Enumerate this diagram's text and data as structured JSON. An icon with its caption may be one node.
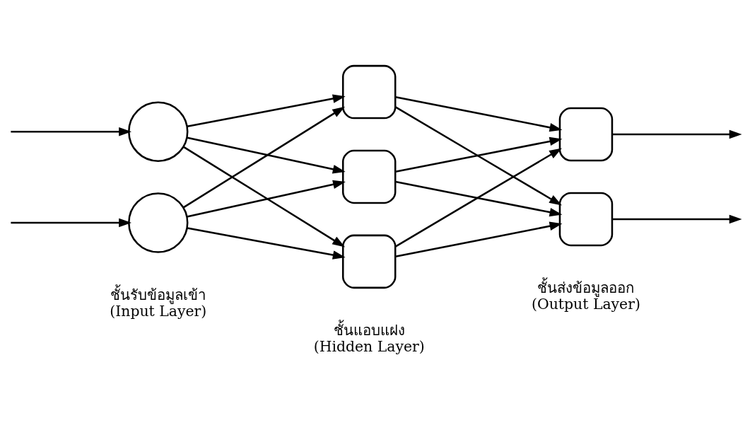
{
  "diagram": {
    "nodes": [
      {
        "text": [],
        "shape": "circle"
      },
      {
        "text": [],
        "shape": "circle"
      },
      {
        "text": [],
        "shape": "box"
      },
      {
        "text": [],
        "shape": "box"
      },
      {
        "text": [],
        "shape": "box"
      },
      {
        "text": [],
        "shape": "box"
      },
      {
        "text": [],
        "shape": "box"
      }
    ],
    "edges": [
      {
        "from": null,
        "to": 0,
        "arrow": "to"
      },
      {
        "from": null,
        "to": 1,
        "arrow": "to"
      },
      {
        "from": 0,
        "to": 2,
        "arrow": "to"
      },
      {
        "from": 0,
        "to": 3,
        "arrow": "to"
      },
      {
        "from": 0,
        "to": 4,
        "arrow": "to"
      },
      {
        "from": 1,
        "to": 2,
        "arrow": "to"
      },
      {
        "from": 1,
        "to": 3,
        "arrow": "to"
      },
      {
        "from": 1,
        "to": 4,
        "arrow": "to"
      },
      {
        "from": 2,
        "to": 5,
        "arrow": "to"
      },
      {
        "from": 2,
        "to": 6,
        "arrow": "to"
      },
      {
        "from": 3,
        "to": 5,
        "arrow": "to"
      },
      {
        "from": 3,
        "to": 6,
        "arrow": "to"
      },
      {
        "from": 4,
        "to": 5,
        "arrow": "to"
      },
      {
        "from": 4,
        "to": 6,
        "arrow": "to"
      },
      {
        "from": 5,
        "to": null,
        "arrow": "to"
      },
      {
        "from": 6,
        "to": null,
        "arrow": "to"
      }
    ],
    "labels": [
      "ชั้นรับข้อมูลเข้า",
      "(Input Layer)",
      "ชั้นแอบแฝง",
      "(Hidden Layer)",
      "ชั้นส่งข้อมูลออก",
      "(Output Layer)"
    ]
  }
}
